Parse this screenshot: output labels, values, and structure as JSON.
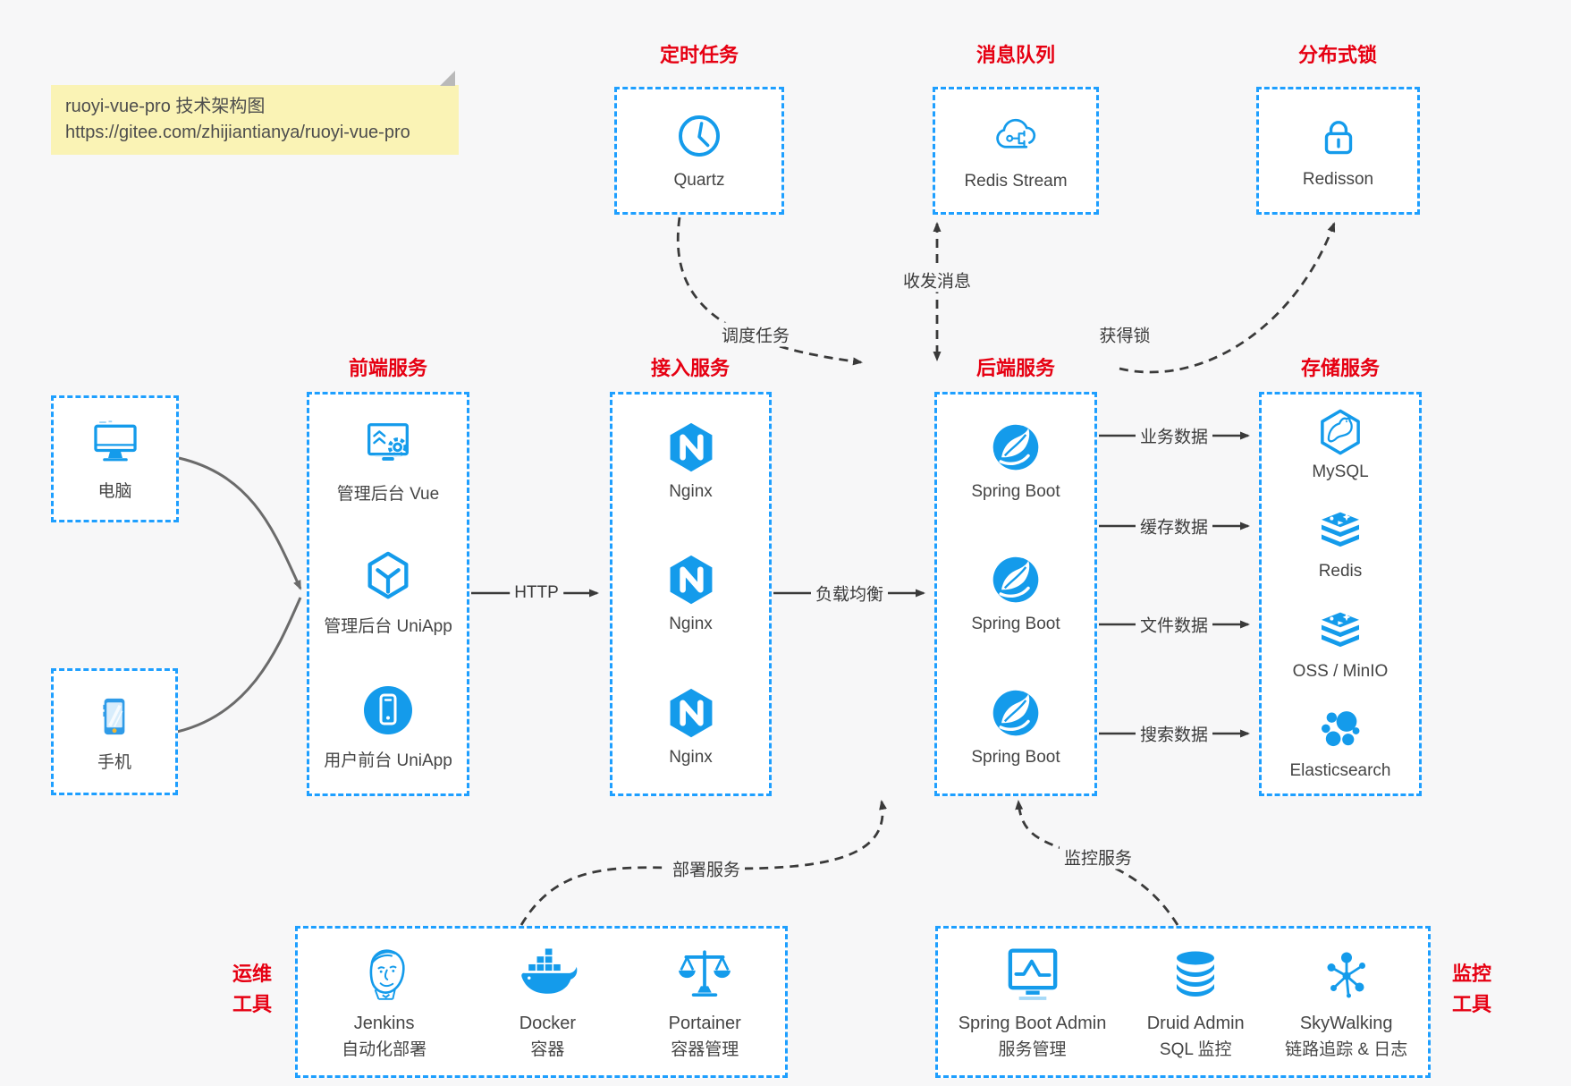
{
  "note": {
    "line1": "ruoyi-vue-pro 技术架构图",
    "line2": "https://gitee.com/zhijiantianya/ruoyi-vue-pro"
  },
  "colors": {
    "icon_blue": "#149beb",
    "border_blue": "#1e9fff",
    "title_red": "#e60012",
    "note_yellow": "#faf3b5",
    "background": "#f7f7f8"
  },
  "top_services": [
    {
      "title": "定时任务",
      "label": "Quartz",
      "icon": "clock-icon"
    },
    {
      "title": "消息队列",
      "label": "Redis Stream",
      "icon": "cloud-message-icon"
    },
    {
      "title": "分布式锁",
      "label": "Redisson",
      "icon": "lock-icon"
    }
  ],
  "clients": [
    {
      "label": "电脑",
      "icon": "desktop-icon"
    },
    {
      "label": "手机",
      "icon": "smartphone-icon"
    }
  ],
  "frontend": {
    "title": "前端服务",
    "items": [
      {
        "label": "管理后台 Vue"
      },
      {
        "label": "管理后台 UniApp"
      },
      {
        "label": "用户前台 UniApp"
      }
    ]
  },
  "gateway": {
    "title": "接入服务",
    "items": [
      {
        "label": "Nginx"
      },
      {
        "label": "Nginx"
      },
      {
        "label": "Nginx"
      }
    ]
  },
  "backend": {
    "title": "后端服务",
    "items": [
      {
        "label": "Spring Boot"
      },
      {
        "label": "Spring Boot"
      },
      {
        "label": "Spring Boot"
      }
    ]
  },
  "storage": {
    "title": "存储服务",
    "items": [
      {
        "label": "MySQL"
      },
      {
        "label": "Redis"
      },
      {
        "label": "OSS / MinIO"
      },
      {
        "label": "Elasticsearch"
      }
    ]
  },
  "ops": {
    "title_line1": "运维",
    "title_line2": "工具",
    "items": [
      {
        "name": "Jenkins",
        "desc": "自动化部署"
      },
      {
        "name": "Docker",
        "desc": "容器"
      },
      {
        "name": "Portainer",
        "desc": "容器管理"
      }
    ]
  },
  "monitor": {
    "title_line1": "监控",
    "title_line2": "工具",
    "items": [
      {
        "name": "Spring Boot Admin",
        "desc": "服务管理"
      },
      {
        "name": "Druid Admin",
        "desc": "SQL 监控"
      },
      {
        "name": "SkyWalking",
        "desc": "链路追踪 & 日志"
      }
    ]
  },
  "edges": {
    "http": "HTTP",
    "load_balance": "负载均衡",
    "schedule": "调度任务",
    "message": "收发消息",
    "lock": "获得锁",
    "business": "业务数据",
    "cache": "缓存数据",
    "file": "文件数据",
    "search": "搜索数据",
    "deploy": "部署服务",
    "monitoring": "监控服务"
  }
}
